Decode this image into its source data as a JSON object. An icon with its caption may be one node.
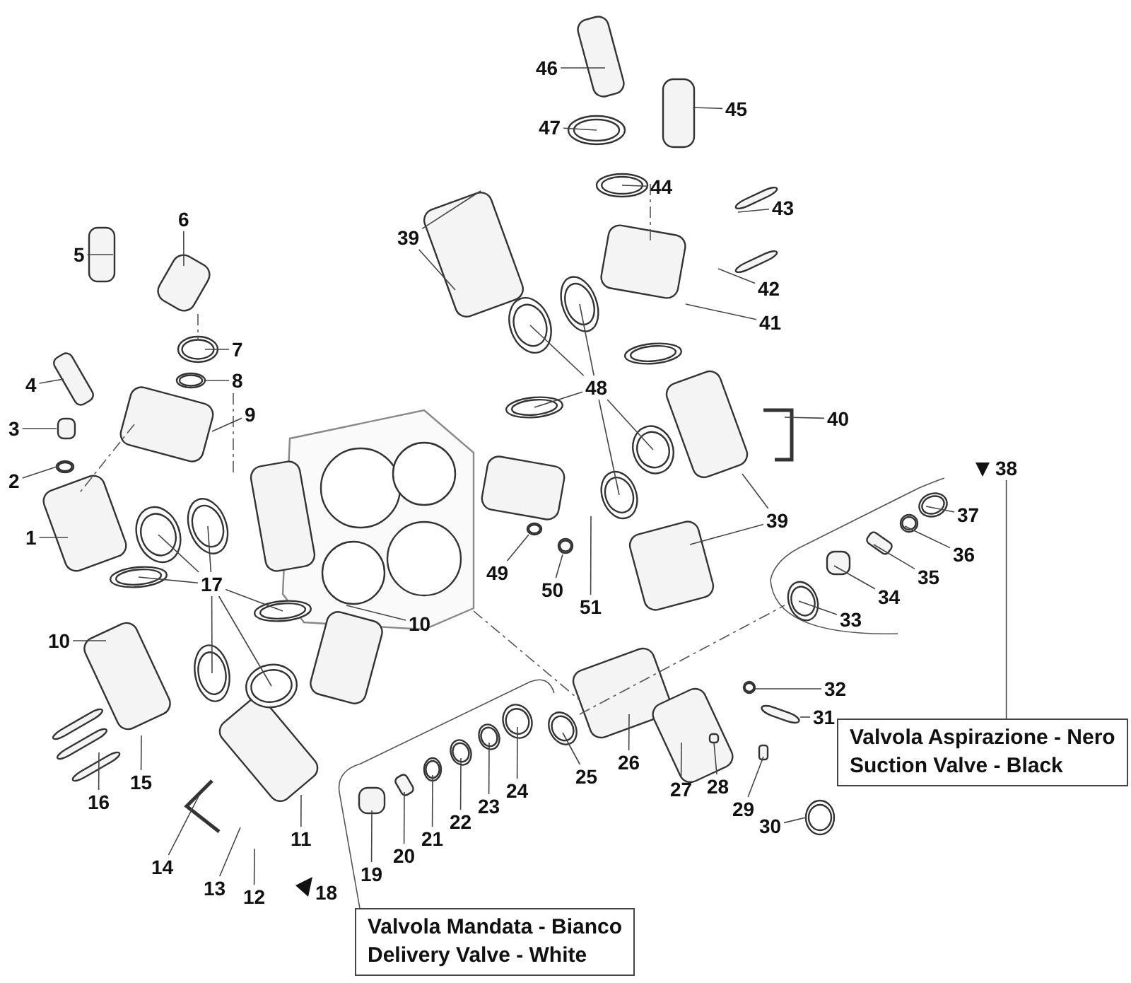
{
  "diagram": {
    "nodes": [
      {
        "text": [
          "1"
        ]
      },
      {
        "text": [
          "2"
        ]
      },
      {
        "text": [
          "3"
        ]
      },
      {
        "text": [
          "4"
        ]
      },
      {
        "text": [
          "5"
        ]
      },
      {
        "text": [
          "6"
        ]
      },
      {
        "text": [
          "7"
        ]
      },
      {
        "text": [
          "8"
        ]
      },
      {
        "text": [
          "9"
        ]
      },
      {
        "text": [
          "10"
        ]
      },
      {
        "text": [
          "10"
        ]
      },
      {
        "text": [
          "11"
        ]
      },
      {
        "text": [
          "12"
        ]
      },
      {
        "text": [
          "13"
        ]
      },
      {
        "text": [
          "14"
        ]
      },
      {
        "text": [
          "15"
        ]
      },
      {
        "text": [
          "16"
        ]
      },
      {
        "text": [
          "17"
        ]
      },
      {
        "text": [
          "18"
        ]
      },
      {
        "text": [
          "19"
        ]
      },
      {
        "text": [
          "20"
        ]
      },
      {
        "text": [
          "21"
        ]
      },
      {
        "text": [
          "22"
        ]
      },
      {
        "text": [
          "23"
        ]
      },
      {
        "text": [
          "24"
        ]
      },
      {
        "text": [
          "25"
        ]
      },
      {
        "text": [
          "26"
        ]
      },
      {
        "text": [
          "27"
        ]
      },
      {
        "text": [
          "28"
        ]
      },
      {
        "text": [
          "29"
        ]
      },
      {
        "text": [
          "30"
        ]
      },
      {
        "text": [
          "31"
        ]
      },
      {
        "text": [
          "32"
        ]
      },
      {
        "text": [
          "33"
        ]
      },
      {
        "text": [
          "34"
        ]
      },
      {
        "text": [
          "35"
        ]
      },
      {
        "text": [
          "36"
        ]
      },
      {
        "text": [
          "37"
        ]
      },
      {
        "text": [
          "38"
        ]
      },
      {
        "text": [
          "39"
        ]
      },
      {
        "text": [
          "39"
        ]
      },
      {
        "text": [
          "40"
        ]
      },
      {
        "text": [
          "41"
        ]
      },
      {
        "text": [
          "42"
        ]
      },
      {
        "text": [
          "43"
        ]
      },
      {
        "text": [
          "44"
        ]
      },
      {
        "text": [
          "45"
        ]
      },
      {
        "text": [
          "46"
        ]
      },
      {
        "text": [
          "47"
        ]
      },
      {
        "text": [
          "48"
        ]
      },
      {
        "text": [
          "49"
        ]
      },
      {
        "text": [
          "50"
        ]
      },
      {
        "text": [
          "51"
        ]
      },
      {
        "text": [
          "Valvola Mandata - Bianco",
          "Delivery Valve - White"
        ]
      },
      {
        "text": [
          "Valvola Aspirazione - Nero",
          "Suction Valve - Black"
        ]
      }
    ],
    "edges": [
      {
        "from": 0,
        "to": null,
        "arrow": "none"
      },
      {
        "from": 1,
        "to": null,
        "arrow": "none"
      },
      {
        "from": 2,
        "to": null,
        "arrow": "none"
      },
      {
        "from": 3,
        "to": null,
        "arrow": "none"
      },
      {
        "from": 4,
        "to": null,
        "arrow": "none"
      },
      {
        "from": 5,
        "to": null,
        "arrow": "none"
      },
      {
        "from": 6,
        "to": null,
        "arrow": "none"
      },
      {
        "from": 7,
        "to": null,
        "arrow": "none"
      },
      {
        "from": 8,
        "to": null,
        "arrow": "none"
      },
      {
        "from": 9,
        "to": null,
        "arrow": "none"
      },
      {
        "from": 10,
        "to": null,
        "arrow": "none"
      },
      {
        "from": 11,
        "to": null,
        "arrow": "none"
      },
      {
        "from": 12,
        "to": null,
        "arrow": "none"
      },
      {
        "from": 13,
        "to": null,
        "arrow": "none"
      },
      {
        "from": 14,
        "to": null,
        "arrow": "none"
      },
      {
        "from": 15,
        "to": null,
        "arrow": "none"
      },
      {
        "from": 16,
        "to": null,
        "arrow": "none"
      },
      {
        "from": 17,
        "to": null,
        "arrow": "none"
      },
      {
        "from": 17,
        "to": null,
        "arrow": "none"
      },
      {
        "from": 17,
        "to": null,
        "arrow": "none"
      },
      {
        "from": 17,
        "to": null,
        "arrow": "none"
      },
      {
        "from": 17,
        "to": null,
        "arrow": "none"
      },
      {
        "from": 17,
        "to": null,
        "arrow": "none"
      },
      {
        "from": 19,
        "to": null,
        "arrow": "none"
      },
      {
        "from": 20,
        "to": null,
        "arrow": "none"
      },
      {
        "from": 21,
        "to": null,
        "arrow": "none"
      },
      {
        "from": 22,
        "to": null,
        "arrow": "none"
      },
      {
        "from": 23,
        "to": null,
        "arrow": "none"
      },
      {
        "from": 24,
        "to": null,
        "arrow": "none"
      },
      {
        "from": 25,
        "to": null,
        "arrow": "none"
      },
      {
        "from": 26,
        "to": null,
        "arrow": "none"
      },
      {
        "from": 27,
        "to": null,
        "arrow": "none"
      },
      {
        "from": 28,
        "to": null,
        "arrow": "none"
      },
      {
        "from": 29,
        "to": null,
        "arrow": "none"
      },
      {
        "from": 30,
        "to": null,
        "arrow": "none"
      },
      {
        "from": 31,
        "to": null,
        "arrow": "none"
      },
      {
        "from": 32,
        "to": null,
        "arrow": "none"
      },
      {
        "from": 33,
        "to": null,
        "arrow": "none"
      },
      {
        "from": 34,
        "to": null,
        "arrow": "none"
      },
      {
        "from": 35,
        "to": null,
        "arrow": "none"
      },
      {
        "from": 36,
        "to": null,
        "arrow": "none"
      },
      {
        "from": 37,
        "to": null,
        "arrow": "none"
      },
      {
        "from": 38,
        "to": 54,
        "arrow": "none"
      },
      {
        "from": 39,
        "to": null,
        "arrow": "none"
      },
      {
        "from": 39,
        "to": null,
        "arrow": "none"
      },
      {
        "from": 40,
        "to": null,
        "arrow": "none"
      },
      {
        "from": 40,
        "to": null,
        "arrow": "none"
      },
      {
        "from": 41,
        "to": null,
        "arrow": "none"
      },
      {
        "from": 42,
        "to": null,
        "arrow": "none"
      },
      {
        "from": 43,
        "to": null,
        "arrow": "none"
      },
      {
        "from": 44,
        "to": null,
        "arrow": "none"
      },
      {
        "from": 45,
        "to": null,
        "arrow": "none"
      },
      {
        "from": 46,
        "to": null,
        "arrow": "none"
      },
      {
        "from": 47,
        "to": null,
        "arrow": "none"
      },
      {
        "from": 48,
        "to": null,
        "arrow": "none"
      },
      {
        "from": 49,
        "to": null,
        "arrow": "none"
      },
      {
        "from": 49,
        "to": null,
        "arrow": "none"
      },
      {
        "from": 49,
        "to": null,
        "arrow": "none"
      },
      {
        "from": 49,
        "to": null,
        "arrow": "none"
      },
      {
        "from": 49,
        "to": null,
        "arrow": "none"
      },
      {
        "from": 50,
        "to": null,
        "arrow": "none"
      },
      {
        "from": 51,
        "to": null,
        "arrow": "none"
      },
      {
        "from": 52,
        "to": null,
        "arrow": "none"
      }
    ]
  }
}
